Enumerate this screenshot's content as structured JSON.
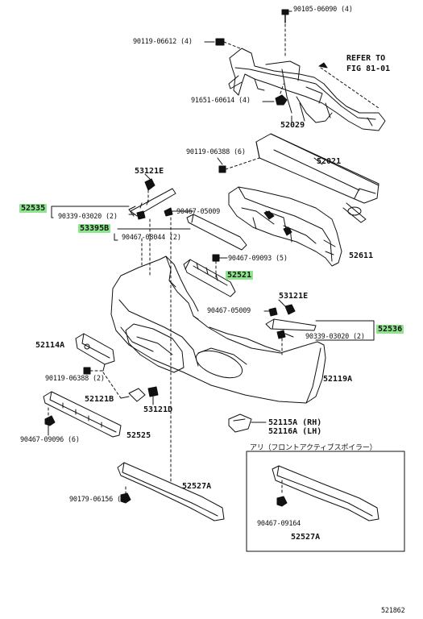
{
  "labels": {
    "p90105": "90105-06090 (4)",
    "p90119a": "90119-06612 (4)",
    "refer1": "REFER TO",
    "refer2": "FIG 81-01",
    "p91651": "91651-60614 (4)",
    "p52029": "52029",
    "p90119b": "90119-06388 (6)",
    "p52021": "52021",
    "p53121e_left": "53121E",
    "p52535": "52535",
    "p90339_left": "90339-03020 (2)",
    "p90467_05009_top": "90467-05009",
    "p53395": "53395",
    "p53395_sub": "B",
    "p90467_08044": "90467-08044 (2)",
    "p52611": "52611",
    "p90467_09093": "90467-09093 (5)",
    "p52521": "52521",
    "p53121e_right": "53121E",
    "p90467_05009_right": "90467-05009",
    "p52536": "52536",
    "p90339_right": "90339-03020 (2)",
    "p52114a": "52114A",
    "p52119a": "52119A",
    "p90119c": "90119-06388 (2)",
    "p52121b": "52121B",
    "p53121d": "53121D",
    "p52115a": "52115A",
    "p52115a_sub": "(RH)",
    "p52116a": "52116A",
    "p52116a_sub": "(LH)",
    "p90467_09096": "90467-09096 (6)",
    "p52525": "52525",
    "inset_title": "アリ（フロントアクティブスポイラー）",
    "p90179": "90179-06156 (5)",
    "p52527a": "52527A",
    "p90467_09164": "90467-09164",
    "p52527a_inset": "52527A",
    "fig_no": "521862"
  },
  "highlight_color": "#8ee58e"
}
